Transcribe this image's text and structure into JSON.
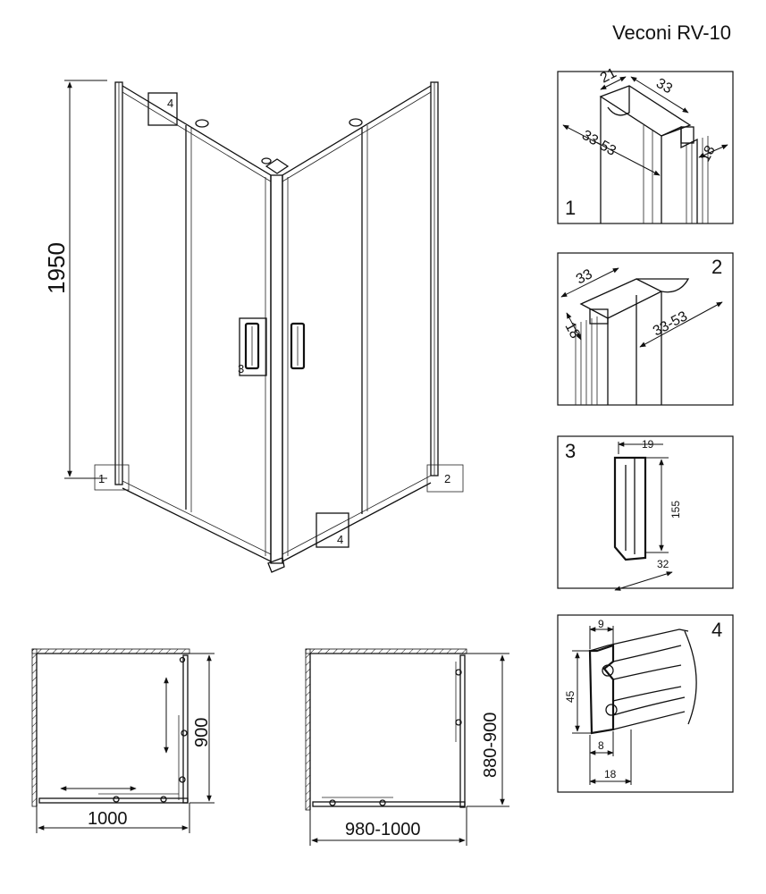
{
  "title": "Veconi RV-10",
  "main": {
    "height_label": "1950",
    "callouts": [
      "1",
      "2",
      "3",
      "4",
      "4"
    ]
  },
  "details": [
    {
      "number": "1",
      "dims": [
        "21",
        "33",
        "33-53",
        "18"
      ]
    },
    {
      "number": "2",
      "dims": [
        "33",
        "18",
        "33-53"
      ]
    },
    {
      "number": "3",
      "dims": [
        "19",
        "155",
        "32"
      ]
    },
    {
      "number": "4",
      "dims": [
        "9",
        "45",
        "8",
        "18"
      ]
    }
  ],
  "plans": [
    {
      "width_label": "1000",
      "depth_label": "900"
    },
    {
      "width_label": "980-1000",
      "depth_label": "880-900"
    }
  ]
}
